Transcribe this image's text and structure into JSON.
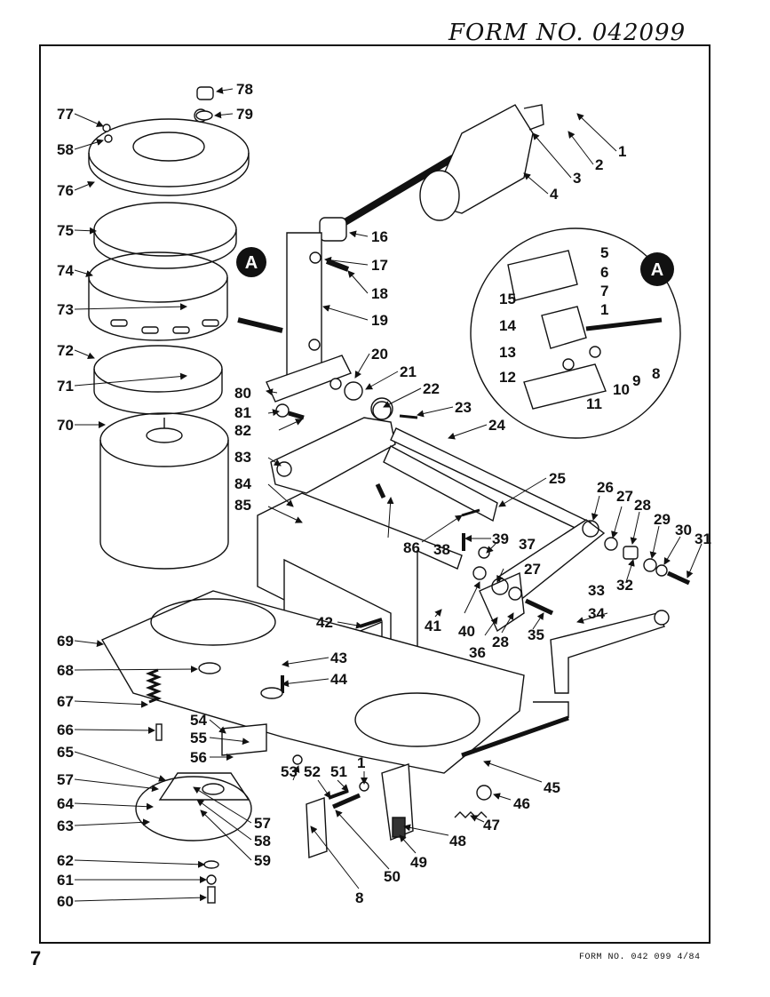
{
  "header": {
    "handwritten_form": "FORM NO. 042099"
  },
  "footer": {
    "page_number": "7",
    "form_code": "FORM NO. 042 099  4/84"
  },
  "callouts": {
    "a_main": "A",
    "a_detail": "A"
  },
  "labels": {
    "p1": "1",
    "p1b": "1",
    "p1c": "1",
    "p2": "2",
    "p3": "3",
    "p4": "4",
    "p5": "5",
    "p6": "6",
    "p7": "7",
    "p8": "8",
    "p8b": "8",
    "p9": "9",
    "p10": "10",
    "p11": "11",
    "p12": "12",
    "p13": "13",
    "p14": "14",
    "p15": "15",
    "p16": "16",
    "p17": "17",
    "p18": "18",
    "p19": "19",
    "p20": "20",
    "p21": "21",
    "p22": "22",
    "p23": "23",
    "p24": "24",
    "p25": "25",
    "p26": "26",
    "p27": "27",
    "p27b": "27",
    "p28": "28",
    "p28b": "28",
    "p29": "29",
    "p30": "30",
    "p31": "31",
    "p32": "32",
    "p33": "33",
    "p34": "34",
    "p35": "35",
    "p36": "36",
    "p37": "37",
    "p38": "38",
    "p39": "39",
    "p40": "40",
    "p41": "41",
    "p42": "42",
    "p43": "43",
    "p44": "44",
    "p45": "45",
    "p46": "46",
    "p47": "47",
    "p48": "48",
    "p49": "49",
    "p50": "50",
    "p51": "51",
    "p52": "52",
    "p53": "53",
    "p54": "54",
    "p55": "55",
    "p56": "56",
    "p57": "57",
    "p57b": "57",
    "p58": "58",
    "p58b": "58",
    "p59": "59",
    "p60": "60",
    "p61": "61",
    "p62": "62",
    "p63": "63",
    "p64": "64",
    "p65": "65",
    "p66": "66",
    "p67": "67",
    "p68": "68",
    "p69": "69",
    "p70": "70",
    "p71": "71",
    "p72": "72",
    "p73": "73",
    "p74": "74",
    "p75": "75",
    "p76": "76",
    "p77": "77",
    "p78": "78",
    "p79": "79",
    "p80": "80",
    "p81": "81",
    "p82": "82",
    "p83": "83",
    "p84": "84",
    "p85": "85",
    "p86": "86"
  }
}
